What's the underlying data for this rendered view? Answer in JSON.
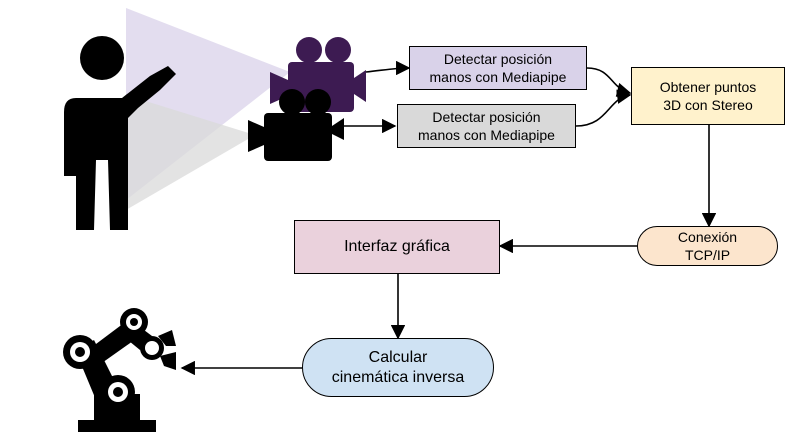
{
  "nodes": {
    "detect_1": {
      "label": "Detectar posición\nmanos con Mediapipe",
      "color": "#d9d2e9"
    },
    "detect_2": {
      "label": "Detectar posición\nmanos con Mediapipe",
      "color": "#d9d9d9"
    },
    "stereo": {
      "label": "Obtener puntos\n3D con Stereo",
      "color": "#fff2cc"
    },
    "tcp": {
      "label": "Conexión\nTCP/IP",
      "color": "#fce5cd"
    },
    "gui": {
      "label": "Interfaz gráfica",
      "color": "#ead1dc"
    },
    "ik": {
      "label": "Calcular\ncinemática inversa",
      "color": "#cfe2f3"
    }
  },
  "icons": {
    "person": "person-pointing-icon",
    "camera_1": "video-camera-icon",
    "camera_2": "video-camera-icon",
    "robot": "robotic-arm-icon"
  },
  "colors": {
    "camera_1": "#3d1b52",
    "camera_2": "#000000",
    "field_of_view": "#d9d2e9",
    "field_of_view_2": "#d9d9d9",
    "edges": "#000000"
  }
}
